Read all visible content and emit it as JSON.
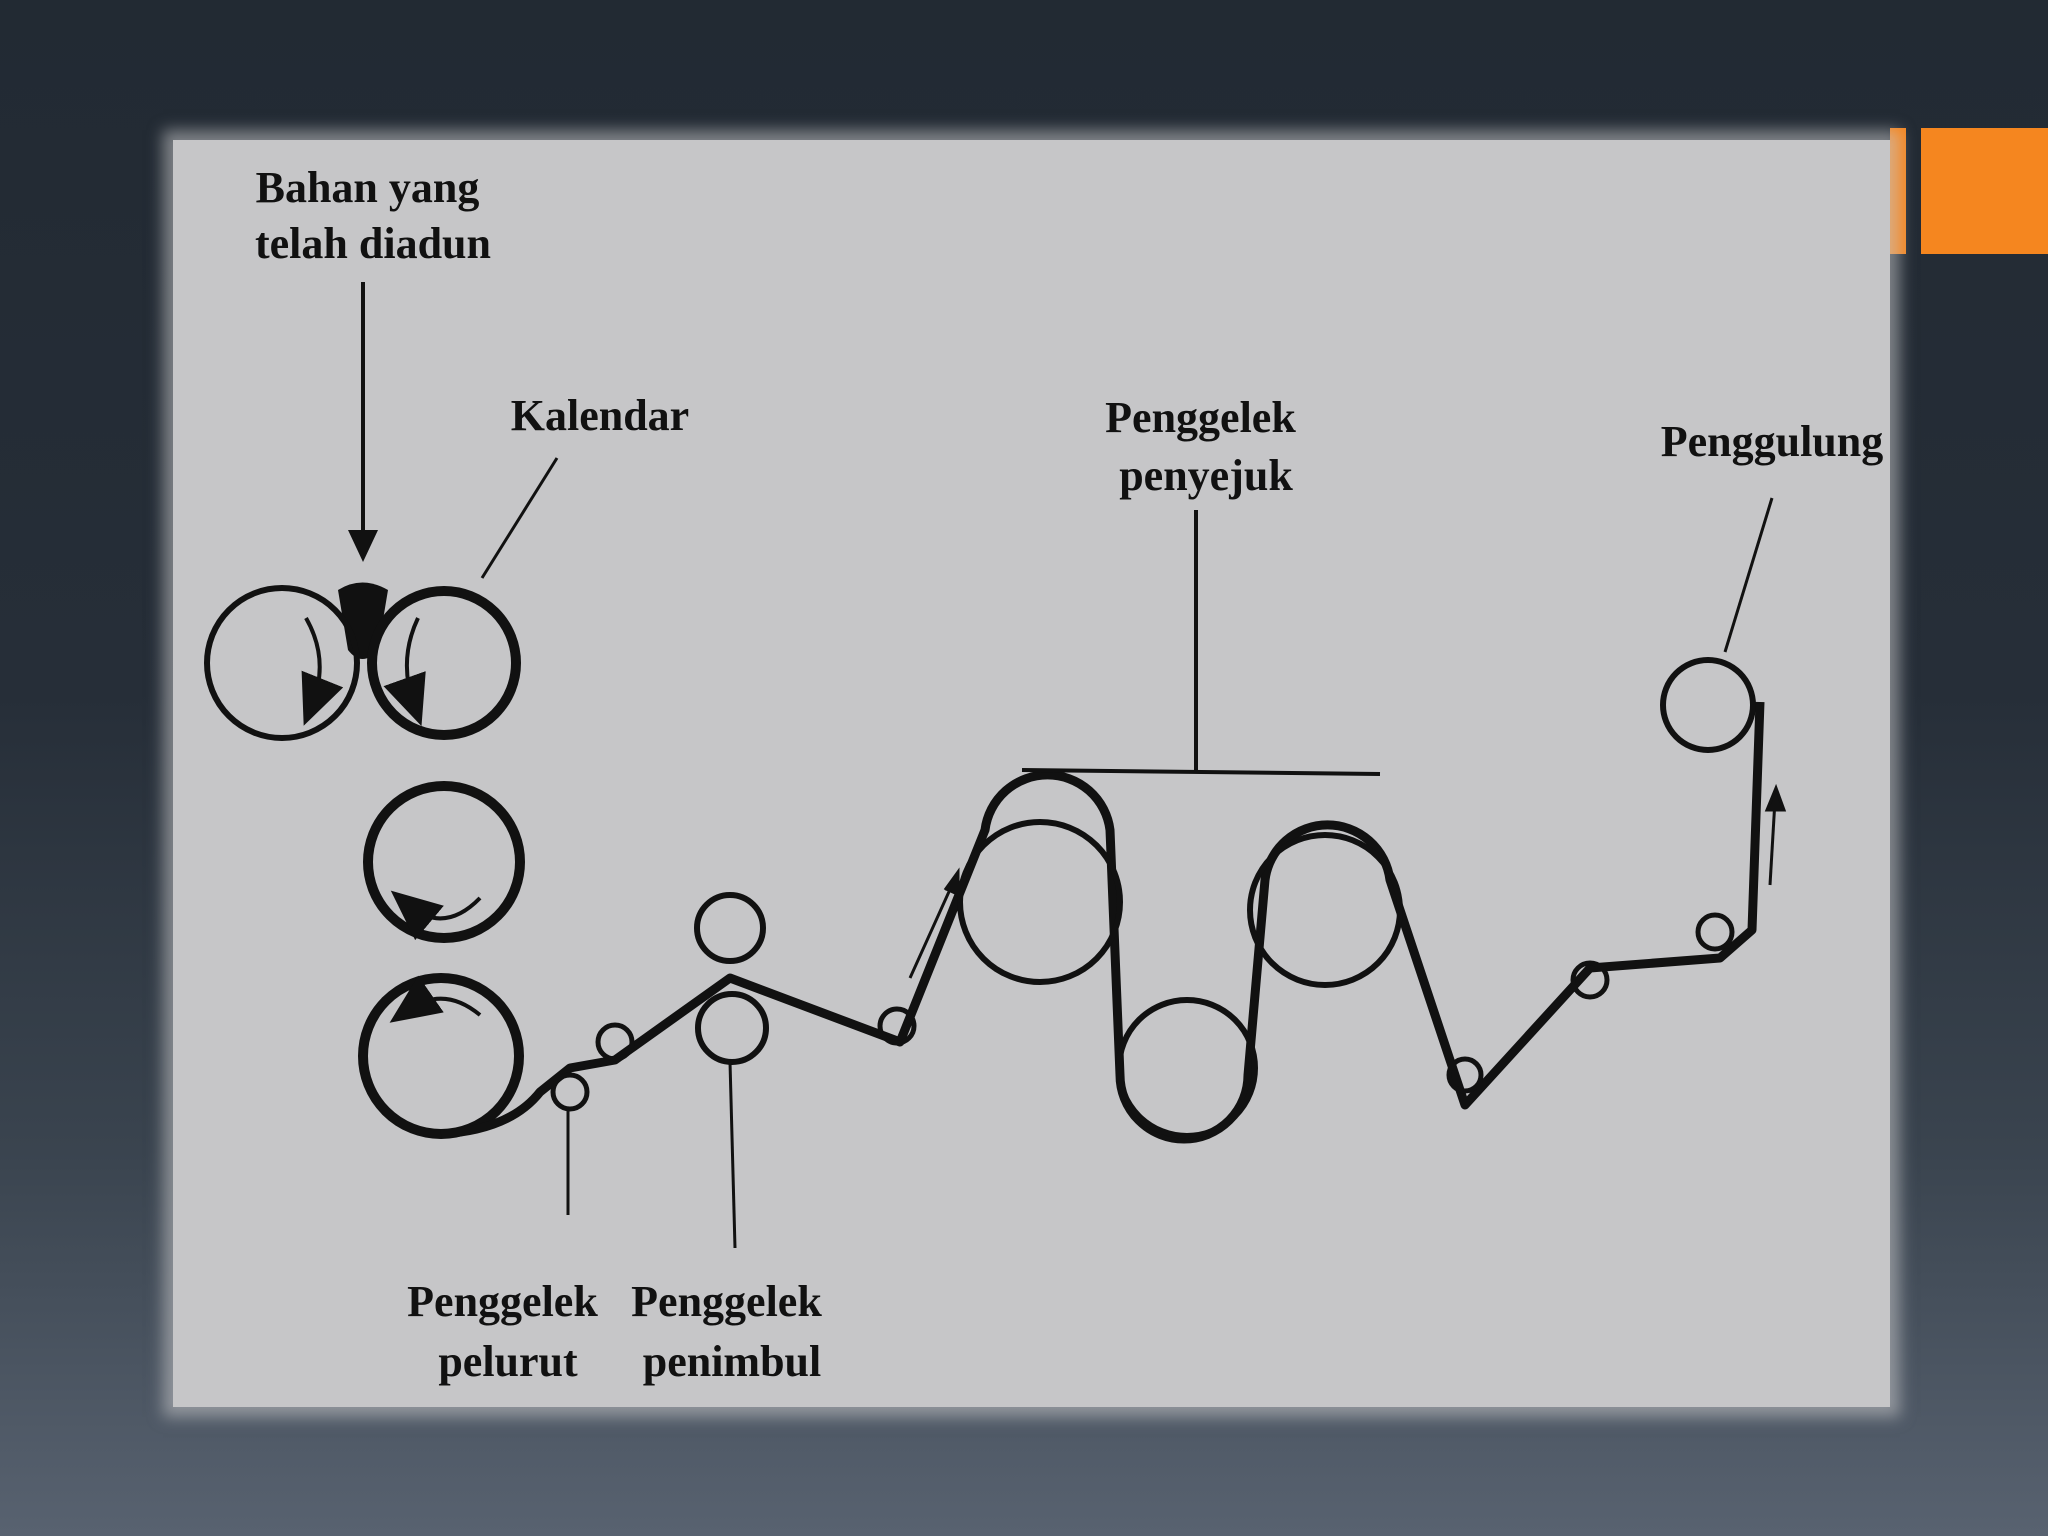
{
  "labels": {
    "input_material": [
      "Bahan yang",
      "telah diadun"
    ],
    "calender": "Kalendar",
    "cooling_rolls": [
      "Penggelek",
      "penyejuk"
    ],
    "winder": "Penggulung",
    "stripping_roll": [
      "Penggelek",
      "pelurut"
    ],
    "embossing_roll": [
      "Penggelek",
      "penimbul"
    ]
  },
  "colors": {
    "accent": "#f5861f",
    "panel": "#c6c6c8",
    "background_top": "#222a33",
    "background_bottom": "#586270",
    "ink": "#111111"
  }
}
